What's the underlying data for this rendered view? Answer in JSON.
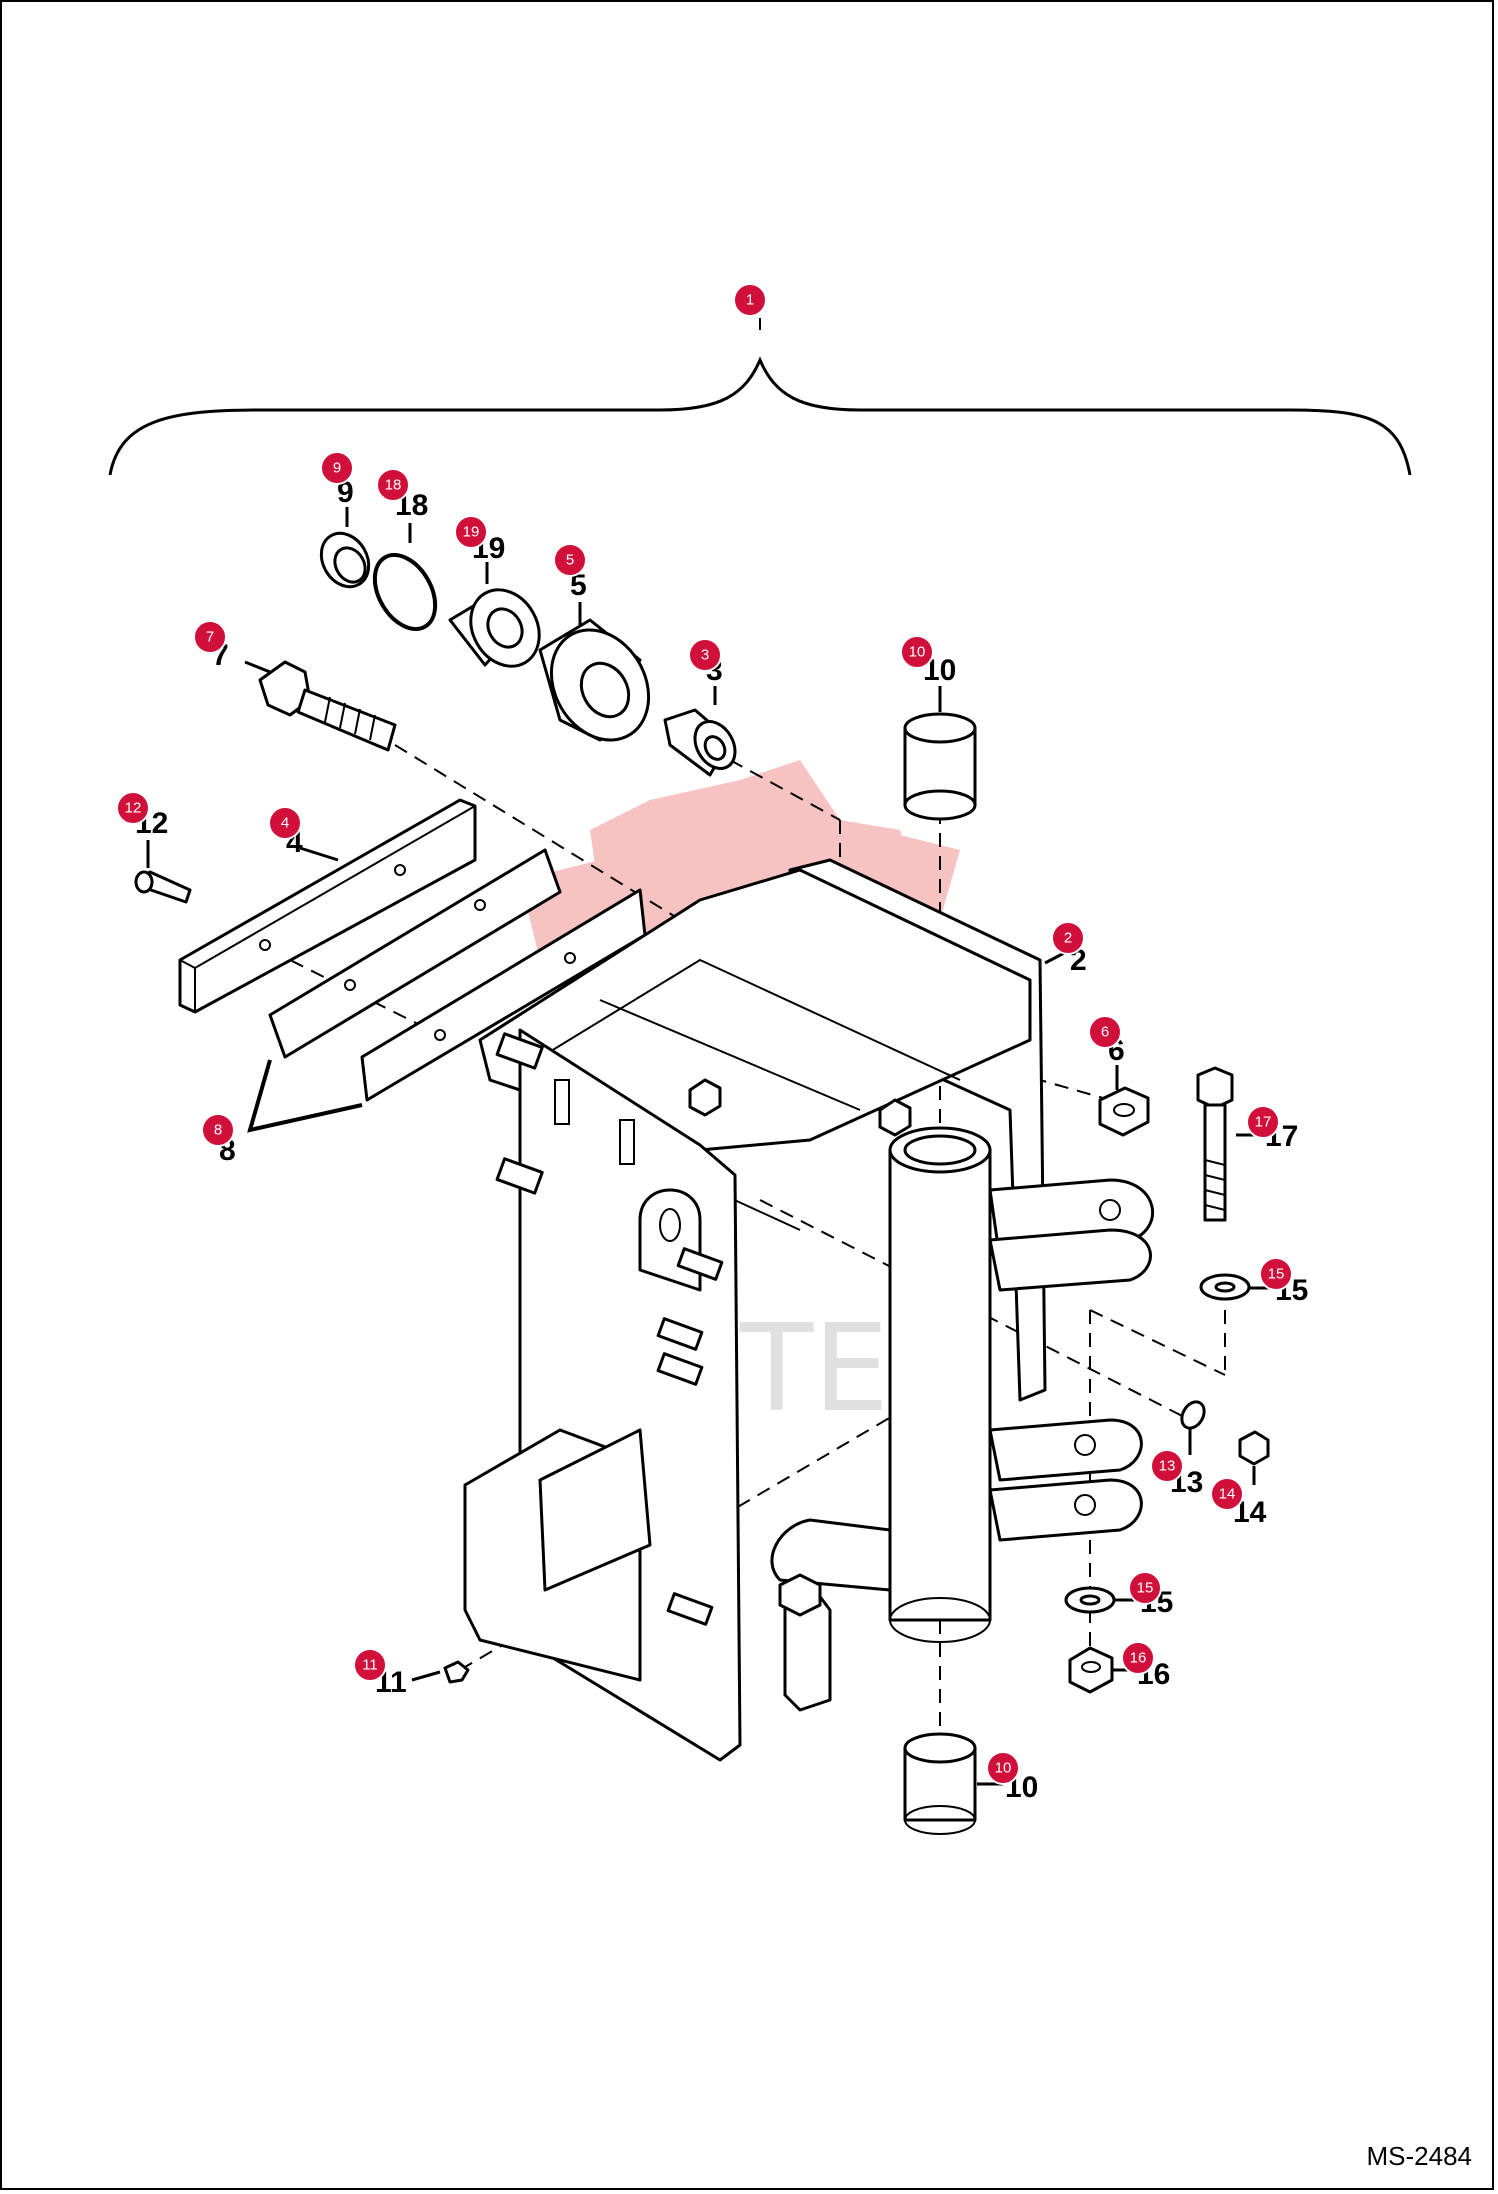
{
  "diagram": {
    "reference_code": "MS-2484",
    "watermark_text": "ИНТЕХ",
    "colors": {
      "callout": "#d0103a",
      "lines": "#000000",
      "watermark_gear": "#f6b3b3",
      "watermark_text": "#c8c8c8"
    },
    "callouts": [
      {
        "id": "c1",
        "number": "1"
      },
      {
        "id": "c9",
        "number": "9"
      },
      {
        "id": "c18",
        "number": "18"
      },
      {
        "id": "c19",
        "number": "19"
      },
      {
        "id": "c5",
        "number": "5"
      },
      {
        "id": "c7",
        "number": "7"
      },
      {
        "id": "c3",
        "number": "3"
      },
      {
        "id": "c10a",
        "number": "10"
      },
      {
        "id": "c12",
        "number": "12"
      },
      {
        "id": "c4",
        "number": "4"
      },
      {
        "id": "c2",
        "number": "2"
      },
      {
        "id": "c6",
        "number": "6"
      },
      {
        "id": "c8",
        "number": "8"
      },
      {
        "id": "c17",
        "number": "17"
      },
      {
        "id": "c15a",
        "number": "15"
      },
      {
        "id": "c13",
        "number": "13"
      },
      {
        "id": "c14",
        "number": "14"
      },
      {
        "id": "c15b",
        "number": "15"
      },
      {
        "id": "c16",
        "number": "16"
      },
      {
        "id": "c11",
        "number": "11"
      },
      {
        "id": "c10b",
        "number": "10"
      }
    ]
  }
}
